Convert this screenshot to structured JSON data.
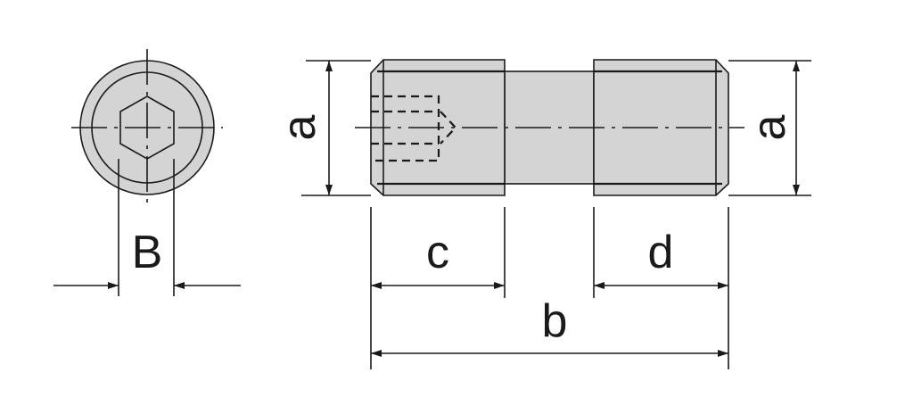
{
  "labels": {
    "a_left": "a",
    "a_right": "a",
    "B": "B",
    "c": "c",
    "d": "d",
    "b": "b"
  },
  "colors": {
    "fill": "#d4d4d4",
    "line": "#1a1a1a"
  }
}
